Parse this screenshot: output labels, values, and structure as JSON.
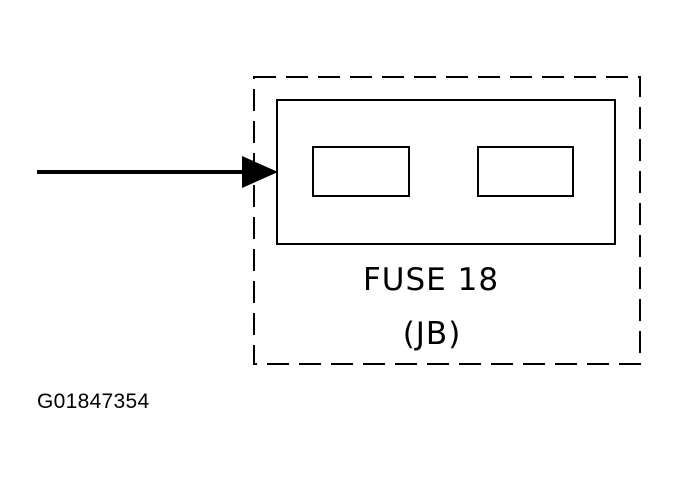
{
  "diagram": {
    "fuse_label": "FUSE 18",
    "box_label": "(JB)",
    "figure_id": "G01847354"
  },
  "colors": {
    "line": "#000000",
    "background": "#ffffff"
  }
}
